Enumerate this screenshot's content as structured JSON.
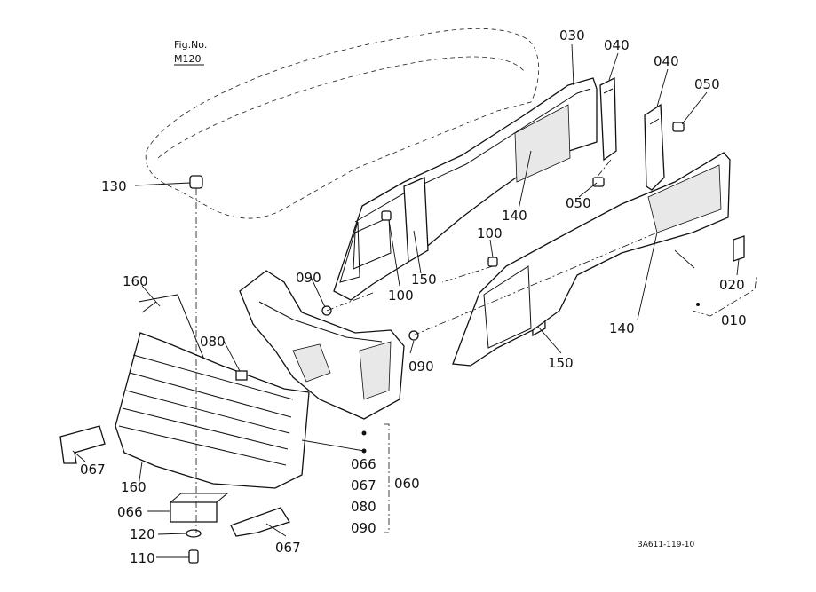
{
  "figure": {
    "fig_no_label": "Fig.No.",
    "fig_no_value": "M120",
    "drawing_code": "3A611-119-10"
  },
  "callouts": {
    "c030": "030",
    "c040a": "040",
    "c040b": "040",
    "c050a": "050",
    "c050b": "050",
    "c130": "130",
    "c140a": "140",
    "c140b": "140",
    "c100a": "100",
    "c100b": "100",
    "c150a": "150",
    "c150b": "150",
    "c160a": "160",
    "c160b": "160",
    "c090a": "090",
    "c090b": "090",
    "c080": "080",
    "c020": "020",
    "c010": "010",
    "c067a": "067",
    "c067b": "067",
    "c066": "066",
    "c120": "120",
    "c110": "110",
    "g066": "066",
    "g067": "067",
    "g080": "080",
    "g090": "090",
    "c060": "060"
  }
}
